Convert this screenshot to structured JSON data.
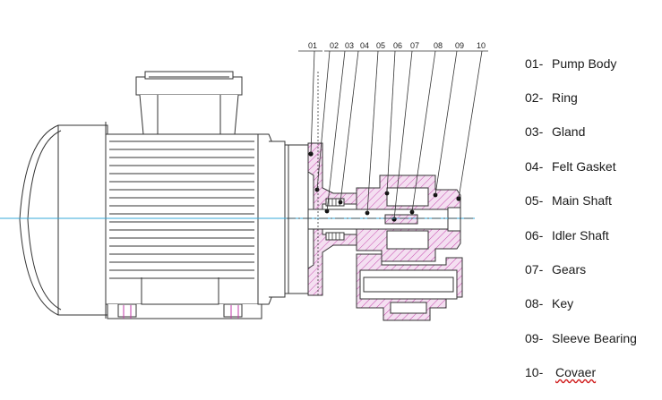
{
  "callouts": [
    "01",
    "02",
    "03",
    "04",
    "05",
    "06",
    "07",
    "08",
    "09",
    "10"
  ],
  "legend": [
    {
      "num": "01-",
      "label": "Pump Body"
    },
    {
      "num": "02-",
      "label": "Ring"
    },
    {
      "num": "03-",
      "label": "Gland"
    },
    {
      "num": "04-",
      "label": "Felt Gasket"
    },
    {
      "num": "05-",
      "label": "Main Shaft"
    },
    {
      "num": "06-",
      "label": "Idler Shaft"
    },
    {
      "num": "07-",
      "label": "Gears"
    },
    {
      "num": "08-",
      "label": "Key"
    },
    {
      "num": "09-",
      "label": "Sleeve Bearing"
    },
    {
      "num": "10-",
      "label": "Covaer"
    }
  ],
  "colors": {
    "line": "#333333",
    "section_fill": "#f2dcef",
    "hatch": "#c23aa8",
    "centerline": "#36a8d8",
    "leader": "#333333"
  }
}
